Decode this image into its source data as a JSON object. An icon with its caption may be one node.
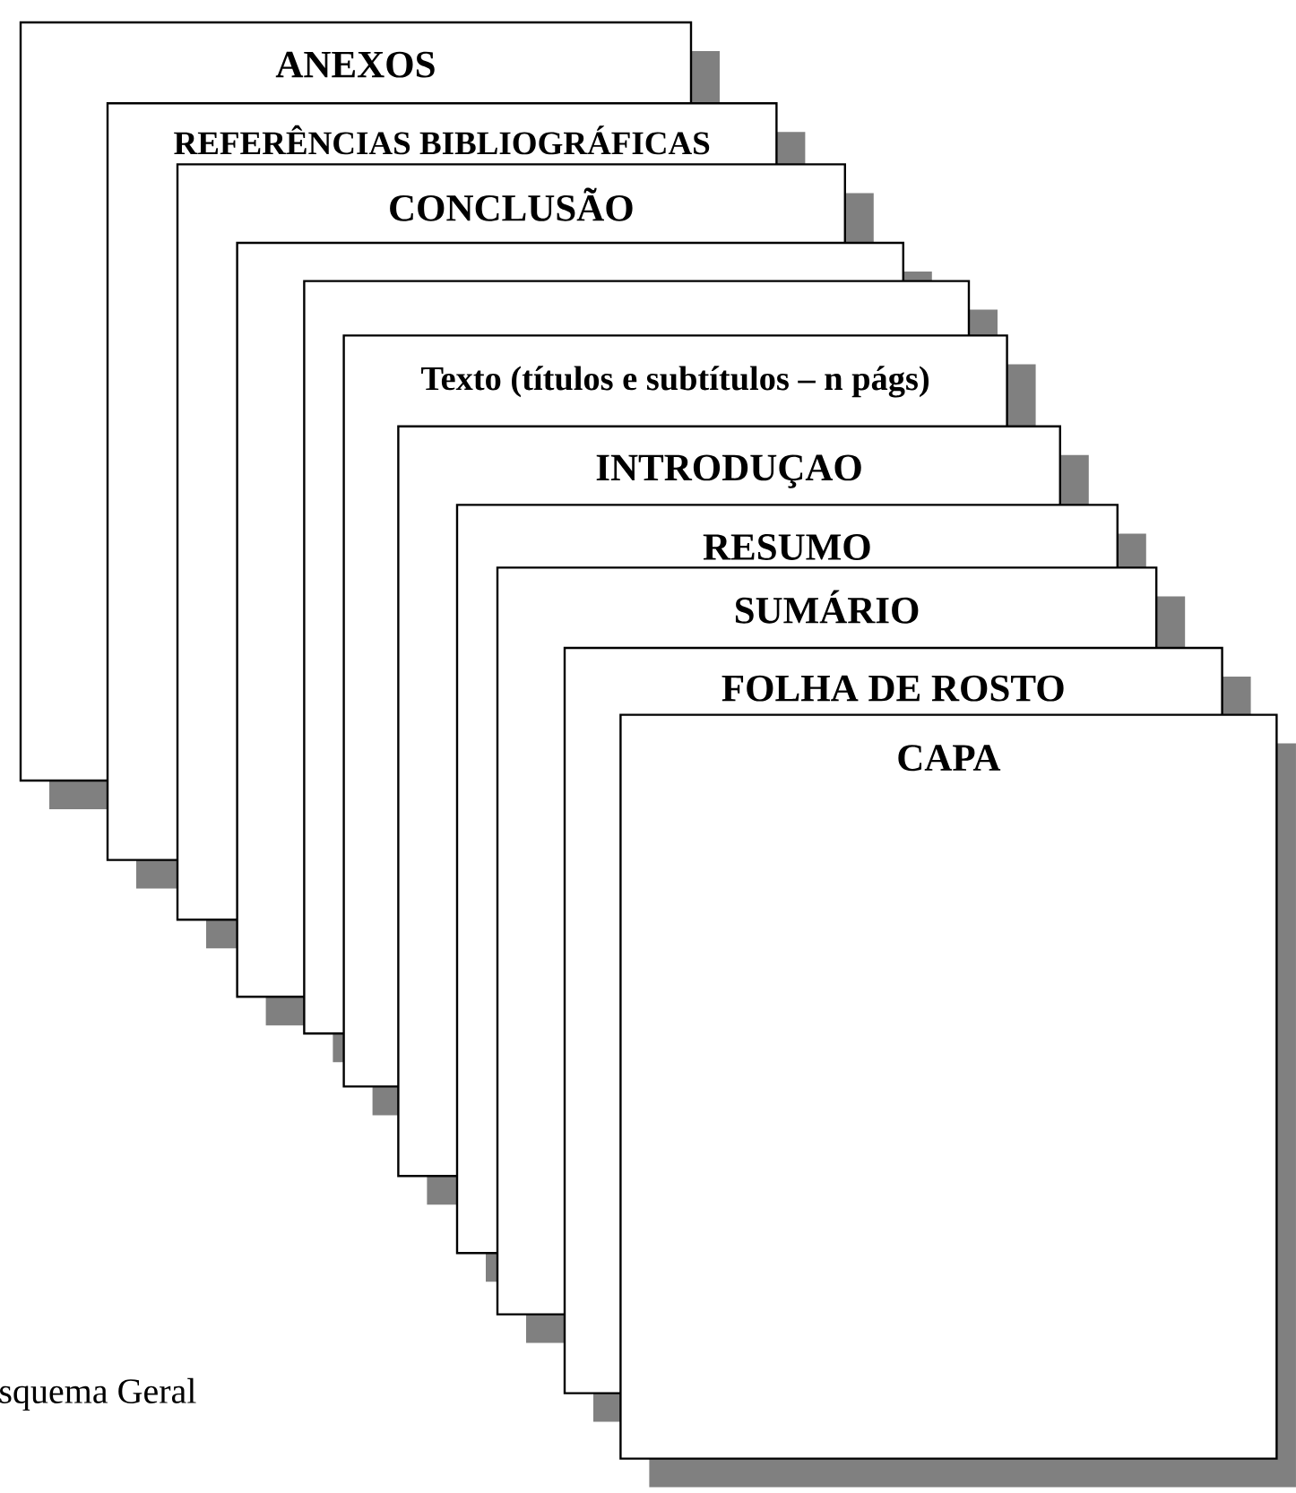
{
  "diagram": {
    "nodes": [
      {
        "text": [
          "ANEXOS"
        ]
      },
      {
        "text": [
          "REFERÊNCIAS BIBLIOGRÁFICAS"
        ]
      },
      {
        "text": [
          "CONCLUSÃO"
        ]
      },
      {
        "text": [],
        "shape": "box"
      },
      {
        "text": [],
        "shape": "box"
      },
      {
        "text": [
          "Texto (títulos e subtítulos – n págs)"
        ]
      },
      {
        "text": [
          "INTRODUÇAO"
        ]
      },
      {
        "text": [
          "RESUMO"
        ]
      },
      {
        "text": [
          "SUMÁRIO"
        ]
      },
      {
        "text": [
          "FOLHA DE ROSTO"
        ]
      },
      {
        "text": [
          "CAPA"
        ]
      }
    ],
    "labels": [
      "squema Geral"
    ]
  }
}
